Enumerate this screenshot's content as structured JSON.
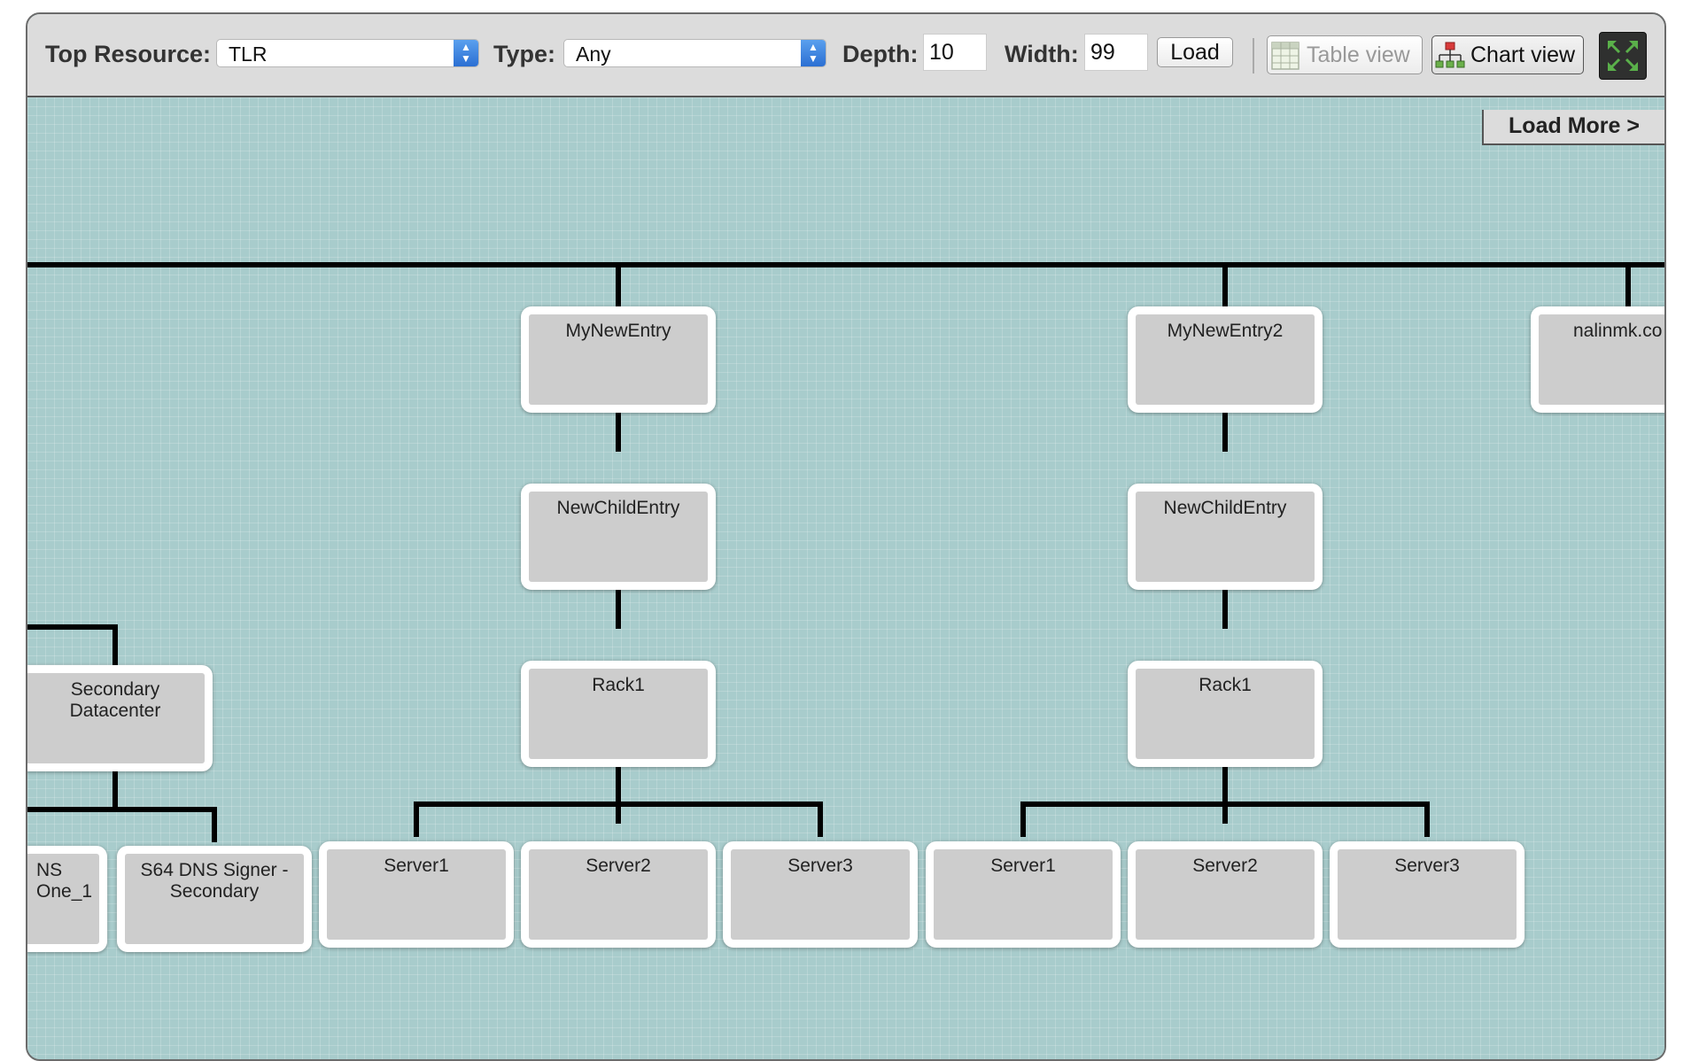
{
  "toolbar": {
    "top_resource_label": "Top Resource:",
    "top_resource_value": "TLR",
    "type_label": "Type:",
    "type_value": "Any",
    "depth_label": "Depth:",
    "depth_value": "10",
    "width_label": "Width:",
    "width_value": "99",
    "load_label": "Load",
    "table_view_label": "Table view",
    "chart_view_label": "Chart view"
  },
  "load_more_label": "Load More >",
  "nodes": {
    "secondary_datacenter": "Secondary\nDatacenter",
    "dns_partial": "NS\nOne_1",
    "s64_dns_signer": "S64 DNS Signer -\nSecondary",
    "my_new_entry": "MyNewEntry",
    "new_child_entry_1": "NewChildEntry",
    "rack1_1": "Rack1",
    "server1_1": "Server1",
    "server2_1": "Server2",
    "server3_1": "Server3",
    "my_new_entry2": "MyNewEntry2",
    "new_child_entry_2": "NewChildEntry",
    "rack1_2": "Rack1",
    "server1_2": "Server1",
    "server2_2": "Server2",
    "server3_2": "Server3",
    "nalinmk_partial": "nalinmk.co"
  },
  "colors": {
    "canvas": "#a8cccc",
    "toolbar": "#dcdcdc",
    "node_fill": "#cdcdcd",
    "select_arrow": "#2b6fd3"
  },
  "icons": {
    "table_view": "table-grid-icon",
    "chart_view": "org-chart-icon",
    "expand": "fullscreen-expand-icon",
    "select": "select-updown-icon"
  }
}
